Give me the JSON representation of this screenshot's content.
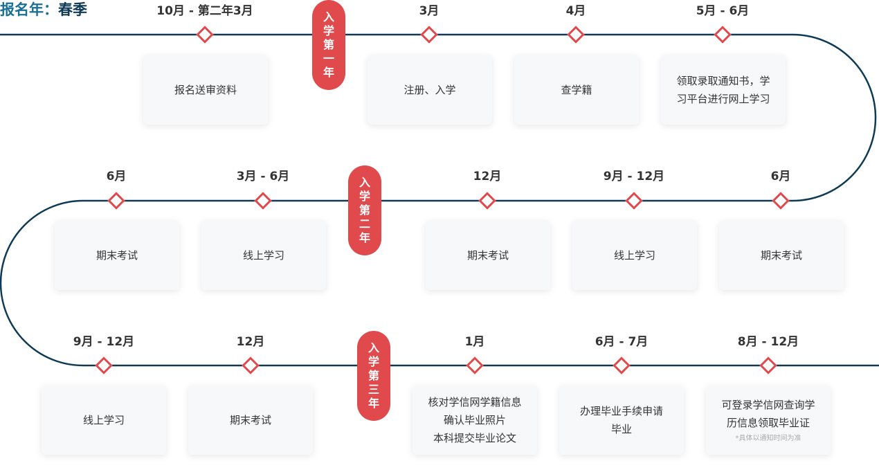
{
  "heading": {
    "label": "报名年：",
    "season": "春季"
  },
  "colors": {
    "accent": "#e04a4c",
    "line": "#0f3a55",
    "heading_label": "#1a6f94"
  },
  "year_markers": [
    {
      "chars": [
        "入",
        "学",
        "第",
        "一",
        "年"
      ]
    },
    {
      "chars": [
        "入",
        "学",
        "第",
        "二",
        "年"
      ]
    },
    {
      "chars": [
        "入",
        "学",
        "第",
        "三",
        "年"
      ]
    }
  ],
  "rows": [
    {
      "milestones": [
        {
          "date": "10月 - 第二年3月",
          "lines": [
            "报名送审资料"
          ]
        },
        {
          "date": "3月",
          "lines": [
            "注册、入学"
          ]
        },
        {
          "date": "4月",
          "lines": [
            "查学籍"
          ]
        },
        {
          "date": "5月 - 6月",
          "lines": [
            "领取录取通知书，学",
            "习平台进行网上学习"
          ]
        }
      ]
    },
    {
      "milestones": [
        {
          "date": "6月",
          "lines": [
            "期末考试"
          ]
        },
        {
          "date": "3月 - 6月",
          "lines": [
            "线上学习"
          ]
        },
        {
          "date": "12月",
          "lines": [
            "期末考试"
          ]
        },
        {
          "date": "9月 - 12月",
          "lines": [
            "线上学习"
          ]
        },
        {
          "date": "6月",
          "lines": [
            "期末考试"
          ]
        }
      ]
    },
    {
      "milestones": [
        {
          "date": "9月 - 12月",
          "lines": [
            "线上学习"
          ]
        },
        {
          "date": "12月",
          "lines": [
            "期末考试"
          ]
        },
        {
          "date": "1月",
          "lines": [
            "核对学信网学籍信息",
            "确认毕业照片",
            "本科提交毕业论文"
          ]
        },
        {
          "date": "6月 - 7月",
          "lines": [
            "办理毕业手续申请",
            "毕业"
          ]
        },
        {
          "date": "8月 - 12月",
          "lines": [
            "可登录学信网查询学",
            "历信息领取毕业证"
          ],
          "note": "*具体以通知时间为准"
        }
      ]
    }
  ]
}
